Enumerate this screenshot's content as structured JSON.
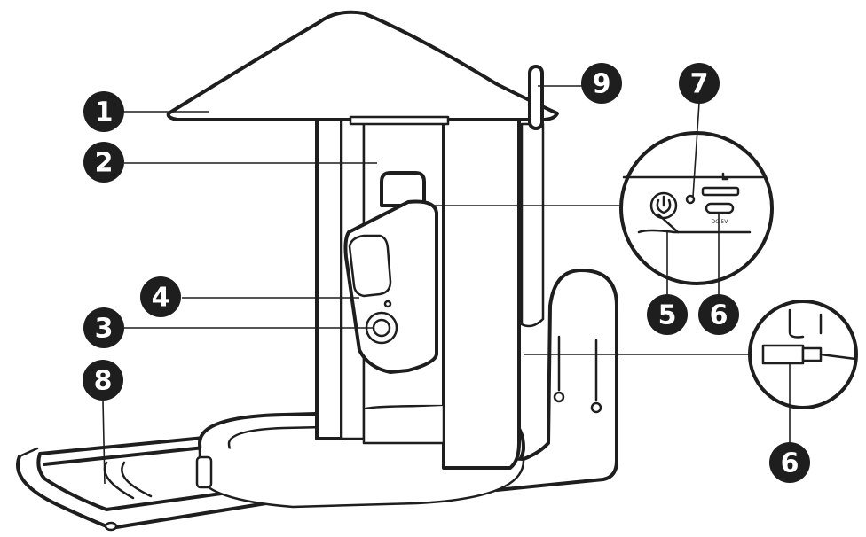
{
  "figure": {
    "labels": [
      {
        "id": "label-1",
        "text": "1"
      },
      {
        "id": "label-2",
        "text": "2"
      },
      {
        "id": "label-3",
        "text": "3"
      },
      {
        "id": "label-4",
        "text": "4"
      },
      {
        "id": "label-5",
        "text": "5"
      },
      {
        "id": "label-6a",
        "text": "6"
      },
      {
        "id": "label-6b",
        "text": "6"
      },
      {
        "id": "label-7",
        "text": "7"
      },
      {
        "id": "label-8",
        "text": "8"
      },
      {
        "id": "label-9",
        "text": "9"
      }
    ],
    "port_text": "DC 5V"
  },
  "colors": {
    "ink": "#1e1e1e",
    "background": "#ffffff"
  }
}
